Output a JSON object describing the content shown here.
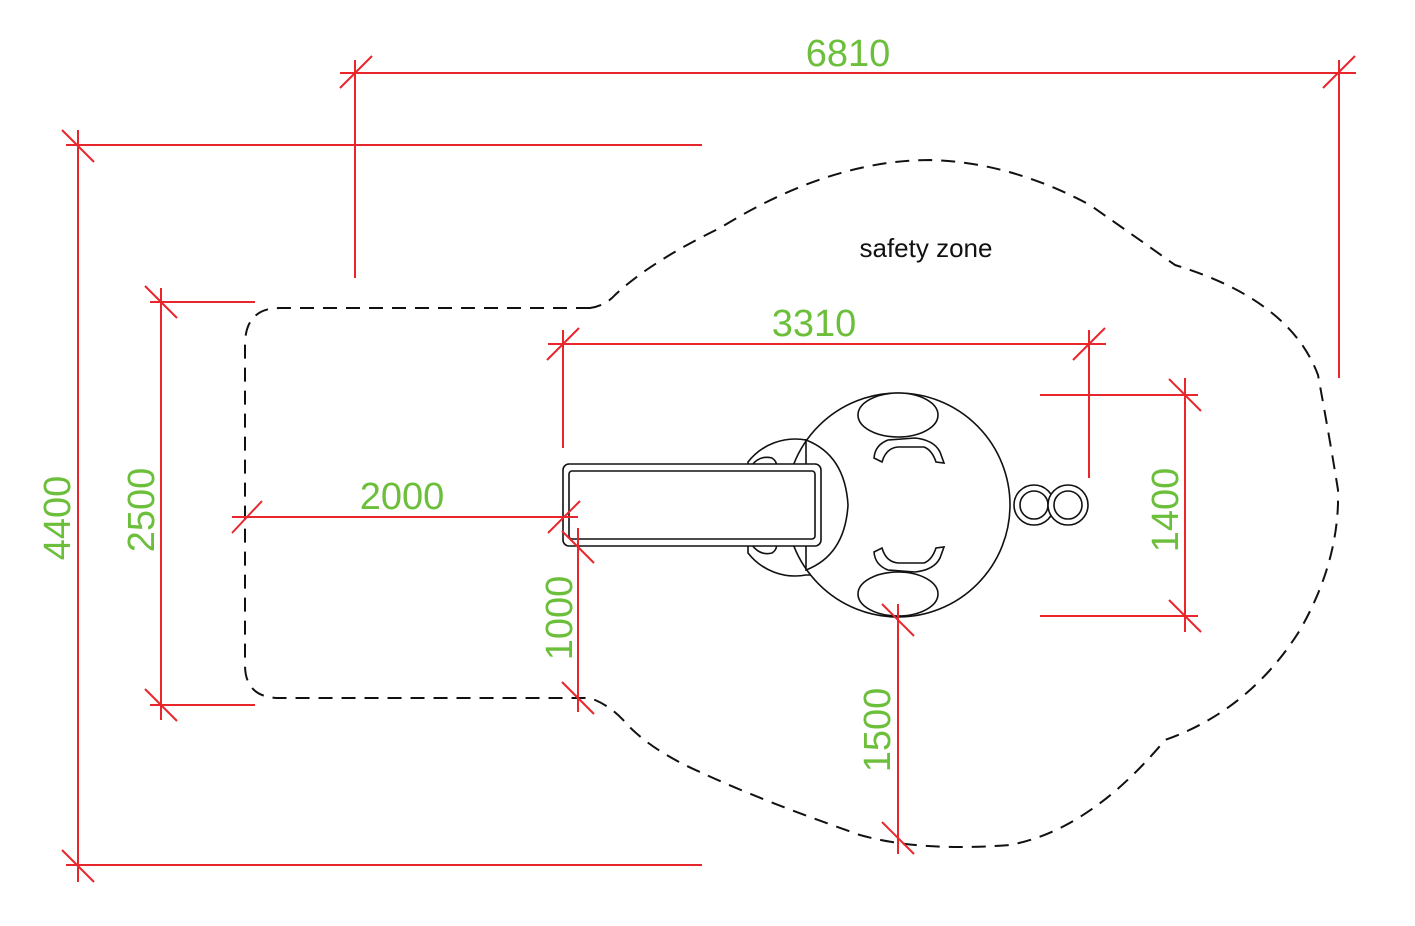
{
  "colors": {
    "dimension_line": "#e8262c",
    "dimension_text": "#6cbf3a",
    "outline": "#111111",
    "background": "#ffffff"
  },
  "units": "mm",
  "labels": {
    "safety_zone": "safety zone"
  },
  "dimensions": {
    "overall_width": "6810",
    "overall_height": "4400",
    "zone_left_height": "2500",
    "zone_left_offset": "2000",
    "equipment_length": "3310",
    "platform_offset": "1000",
    "equipment_width": "1400",
    "bottom_clearance": "1500"
  },
  "equipment": {
    "parts": [
      "slide",
      "round-platform",
      "seat-top",
      "seat-bottom",
      "handle-top",
      "handle-bottom",
      "ring-left",
      "ring-right",
      "slide-connector"
    ]
  }
}
